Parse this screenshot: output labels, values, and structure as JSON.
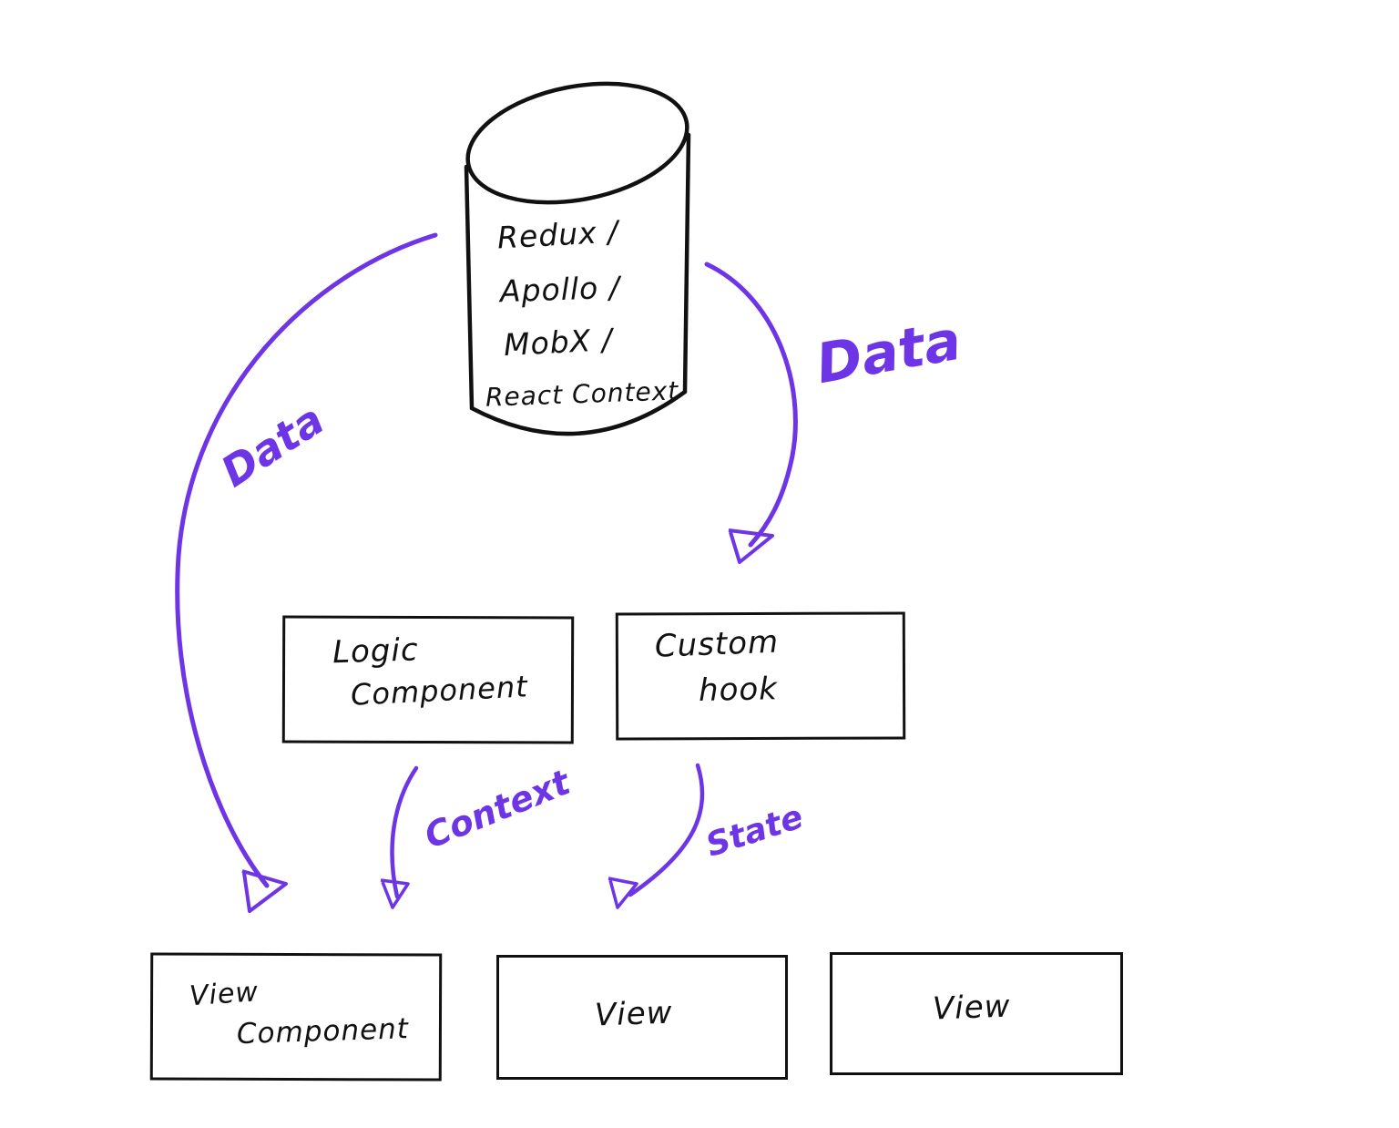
{
  "store": {
    "line1": "Redux /",
    "line2": "Apollo /",
    "line3": "MobX /",
    "line4": "React Context"
  },
  "boxes": {
    "logic_line1": "Logic",
    "logic_line2": "Component",
    "hook_line1": "Custom",
    "hook_line2": "hook",
    "view_component_line1": "View",
    "view_component_line2": "Component",
    "view_2": "View",
    "view_3": "View"
  },
  "arrow_labels": {
    "data_left": "Data",
    "data_right": "Data",
    "context": "Context",
    "state": "State"
  },
  "colors": {
    "ink": "#111111",
    "accent": "#6d35e6",
    "background": "#ffffff"
  }
}
